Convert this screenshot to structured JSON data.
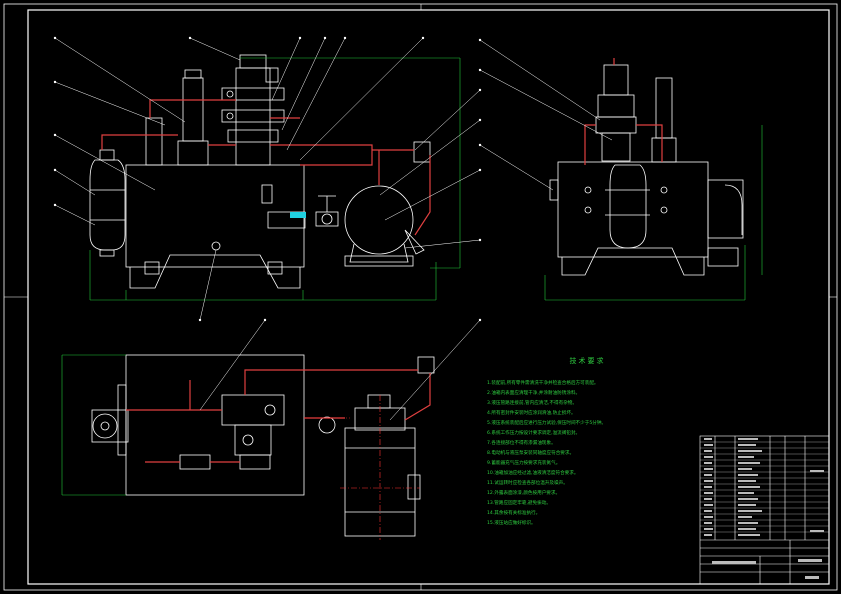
{
  "drawing": {
    "colors": {
      "background": "#000000",
      "outline": "#ffffff",
      "pipe": "#e04040",
      "dimension": "#22c83a",
      "leader": "#ffffff",
      "notes": "#2ecc40",
      "centerline": "#ff3333"
    },
    "views": [
      "front-view",
      "side-view",
      "top-view"
    ]
  },
  "notes": {
    "title": "技术要求",
    "lines": [
      "1.装配前,所有零件需清洗干净并检查合格后方可装配。",
      "2.油箱内表面应清理干净,并涂耐油防锈涂料。",
      "3.液压管路连接前,管内应清洁,不得有杂物。",
      "4.所有密封件安装时应涂润滑油,防止损坏。",
      "5.液压系统装配后应进行压力试验,保压时间不少于5分钟。",
      "6.系统工作压力按设计要求调定,溢流阀铅封。",
      "7.各连接部位不得有渗漏油现象。",
      "8.电动机与液压泵安装同轴度应符合要求。",
      "9.蓄能器充气压力按要求充装氮气。",
      "10.油箱加油应经过滤,油液清洁度符合要求。",
      "11.试运转时应检查各部位温升及噪声。",
      "12.外露表面涂漆,颜色按用户要求。",
      "13.管路应固定牢靠,避免振动。",
      "14.其余按有关标准执行。",
      "15.液压站应做好标识。"
    ]
  }
}
